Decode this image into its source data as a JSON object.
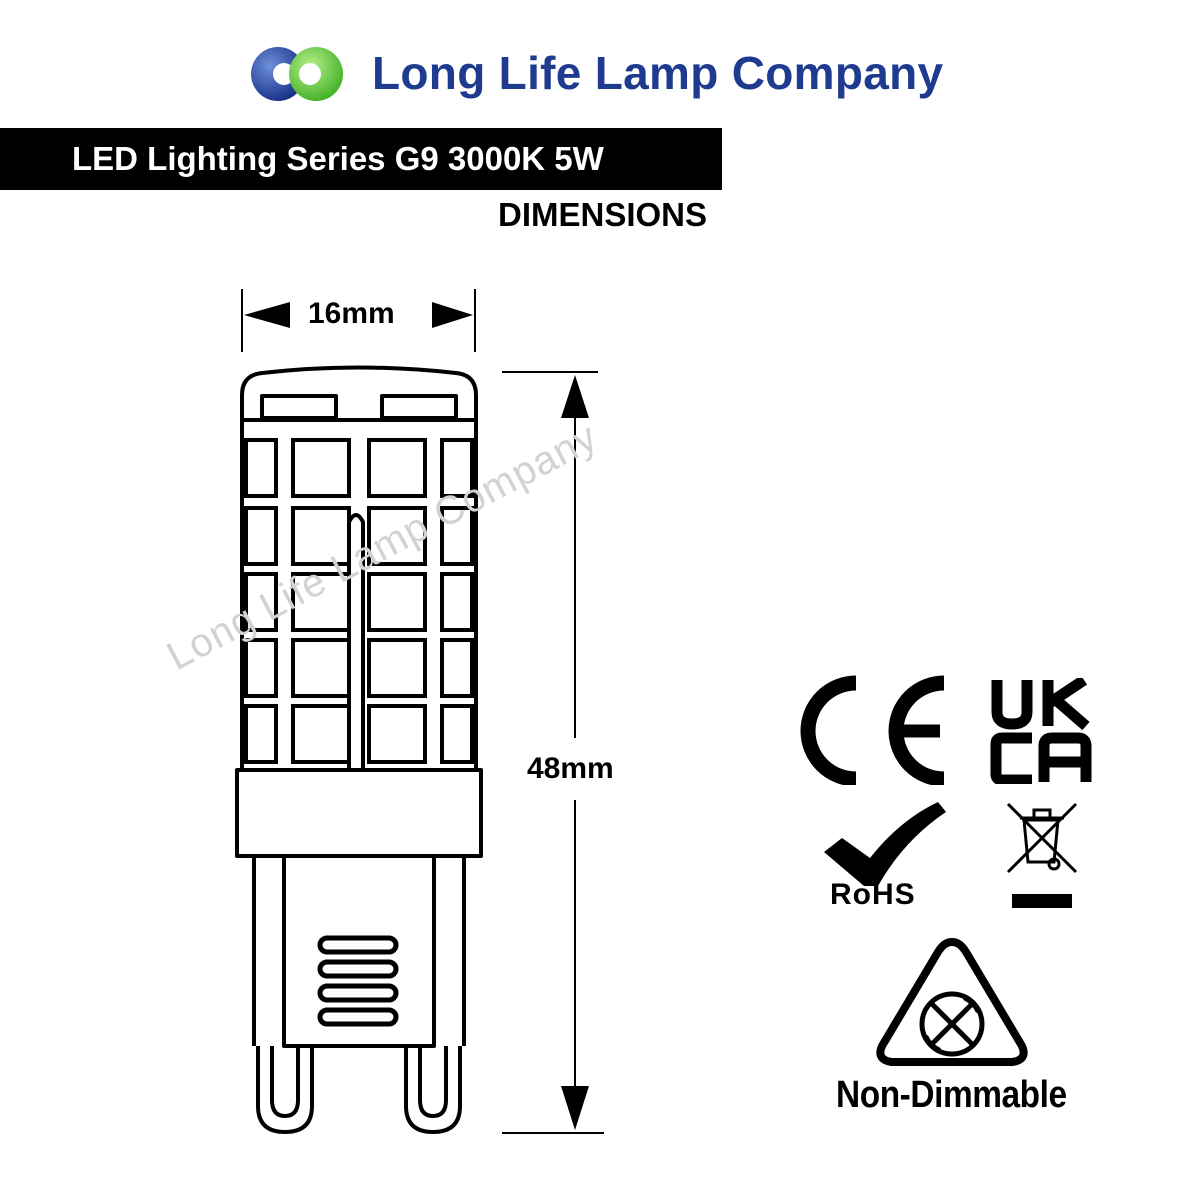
{
  "header": {
    "company_name": "Long Life Lamp Company",
    "title": "LED Lighting Series G9 3000K 5W",
    "subtitle": "DIMENSIONS"
  },
  "diagram": {
    "width_label": "16mm",
    "height_label": "48mm",
    "watermark": "Long Life Lamp Company"
  },
  "certifications": {
    "rohs_label": "RoHS",
    "non_dimmable_label": "Non-Dimmable",
    "ukca_top": "UK",
    "ukca_bottom": "CA"
  },
  "colors": {
    "brand_blue": "#1f3b8f",
    "brand_green": "#5fc83c",
    "title_bar": "#000000"
  }
}
